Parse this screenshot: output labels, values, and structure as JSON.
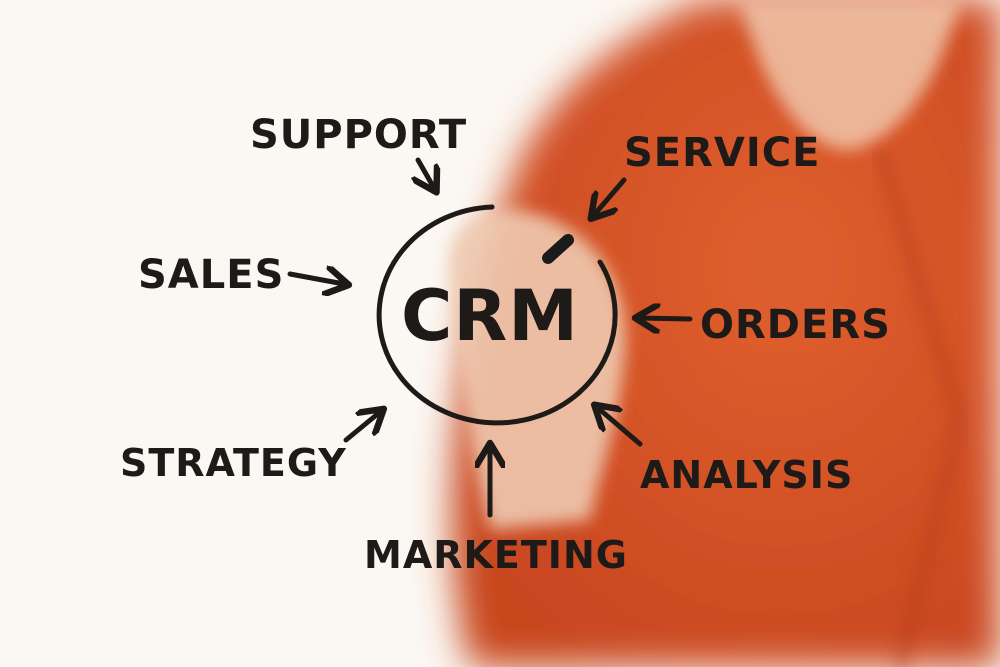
{
  "center": {
    "label": "CRM"
  },
  "labels": {
    "support": "SUPPORT",
    "service": "SERVICE",
    "sales": "SALES",
    "orders": "ORDERS",
    "strategy": "STRATEGY",
    "analysis": "ANALYSIS",
    "marketing": "MARKETING"
  },
  "colors": {
    "ink": "#1e1a18",
    "shirt": "#d9552c",
    "background": "#fbf7f2",
    "skin": "#efc9b0"
  }
}
